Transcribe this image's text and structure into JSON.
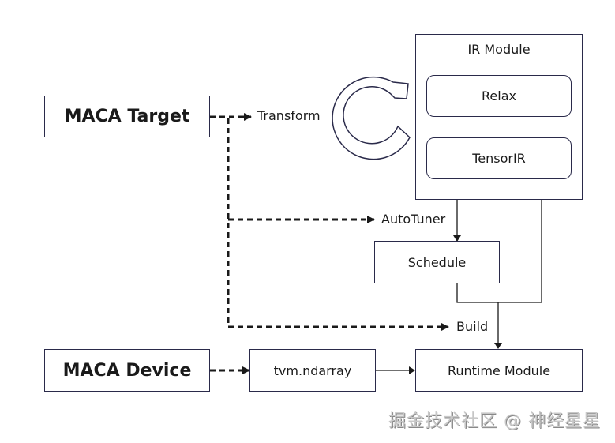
{
  "diagram": {
    "nodes": {
      "maca_target": "MACA Target",
      "maca_device": "MACA Device",
      "ir_module": "IR Module",
      "relax": "Relax",
      "tensorir": "TensorIR",
      "schedule": "Schedule",
      "tvm_ndarray": "tvm.ndarray",
      "runtime_module": "Runtime Module"
    },
    "edge_labels": {
      "transform": "Transform",
      "autotuner": "AutoTuner",
      "build": "Build"
    },
    "icons": {
      "cycle": "refresh-cycle-arrow-icon"
    },
    "colors": {
      "border": "#2a2a4a",
      "line": "#1a1a1a",
      "watermark": "#c8c8c8"
    }
  },
  "watermark": "掘金技术社区 @ 神经星星"
}
